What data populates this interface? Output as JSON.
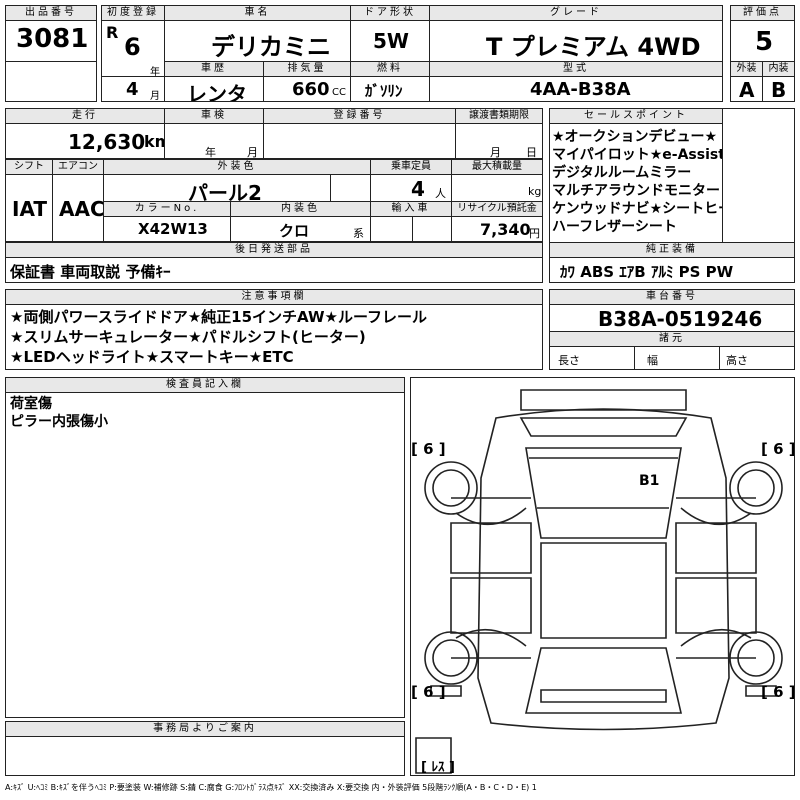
{
  "headers": {
    "lot": "出品番号",
    "first_reg": "初度登録",
    "car_name": "車名",
    "door": "ドア形状",
    "grade": "グレード",
    "score": "評価点",
    "history": "車歴",
    "displacement": "排気量",
    "fuel": "燃料",
    "model": "型式",
    "exterior": "外装",
    "interior": "内装",
    "mileage": "走行",
    "inspection": "車検",
    "reg_no": "登録番号",
    "transfer_doc": "譲渡書類期限",
    "sales_points": "セールスポイント",
    "shift": "シフト",
    "aircon": "エアコン",
    "ext_color": "外装色",
    "capacity": "乗車定員",
    "max_load": "最大積載量",
    "color_no": "カラーNo.",
    "int_color": "内装色",
    "import": "輸入車",
    "recycle": "リサイクル預託金",
    "later_parts": "後日発送部品",
    "std_equip": "純正装備",
    "notes": "注意事項欄",
    "chassis_no": "車台番号",
    "dims": "諸元",
    "inspector": "検査員記入欄",
    "office": "事務局よりご案内"
  },
  "vehicle": {
    "lot_no": "3081",
    "era": "R",
    "year": "6",
    "year_unit": "年",
    "month": "4",
    "month_unit": "月",
    "name": "デリカミニ",
    "door": "5W",
    "grade": "T プレミアム 4WD",
    "score": "5",
    "history": "レンタ",
    "displacement": "660",
    "displacement_unit": "CC",
    "fuel": "ｶﾞｿﾘﾝ",
    "model": "4AA-B38A",
    "exterior_grade": "A",
    "interior_grade": "B",
    "mileage": "12,630",
    "mileage_unit": "km",
    "insp_year_unit": "年",
    "insp_month_unit": "月",
    "transfer_month_unit": "月",
    "transfer_day_unit": "日",
    "shift": "IAT",
    "aircon": "AAC",
    "ext_color": "パール2",
    "capacity": "4",
    "capacity_unit": "人",
    "max_load_unit": "kg",
    "color_no": "X42W13",
    "int_color": "クロ",
    "int_color_unit": "系",
    "recycle": "7,340",
    "recycle_unit": "円",
    "later_parts": "保証書 車両取説 予備ｷｰ",
    "std_equip": "ｶﾜ ABS ｴｱB ｱﾙﾐ PS PW",
    "chassis_no": "B38A-0519246",
    "dim_length": "長さ",
    "dim_width": "幅",
    "dim_height": "高さ"
  },
  "sales_points": [
    "★オークションデビュー★",
    "マイパイロット★e-Assist",
    "デジタルルームミラー",
    "マルチアラウンドモニター",
    "ケンウッドナビ★シートヒーター",
    "ハーフレザーシート"
  ],
  "notes": [
    "★両側パワースライドドア★純正15インチAW★ルーフレール",
    "★スリムサーキュレーター★パドルシフト(ヒーター)",
    "★LEDヘッドライト★スマートキー★ETC"
  ],
  "inspector_notes": [
    "荷室傷",
    "ピラー内張傷小"
  ],
  "diagram": {
    "tire_fl": "[ 6 ]",
    "tire_fr": "[ 6 ]",
    "tire_rl": "[ 6 ]",
    "tire_rr": "[ 6 ]",
    "spare": "[ ﾚｽ ]",
    "damage_mark": "B1"
  },
  "legend": "A:ｷｽﾞ U:ﾍｺﾐ B:ｷｽﾞを伴うﾍｺﾐ P:要塗装 W:補修跡 S:錆 C:腐食 G:ﾌﾛﾝﾄｶﾞﾗｽ点ｷｽﾞ XX:交換済み X:要交換 内・外装評価 5段階ﾗﾝｸ順(A・B・C・D・E) 1"
}
